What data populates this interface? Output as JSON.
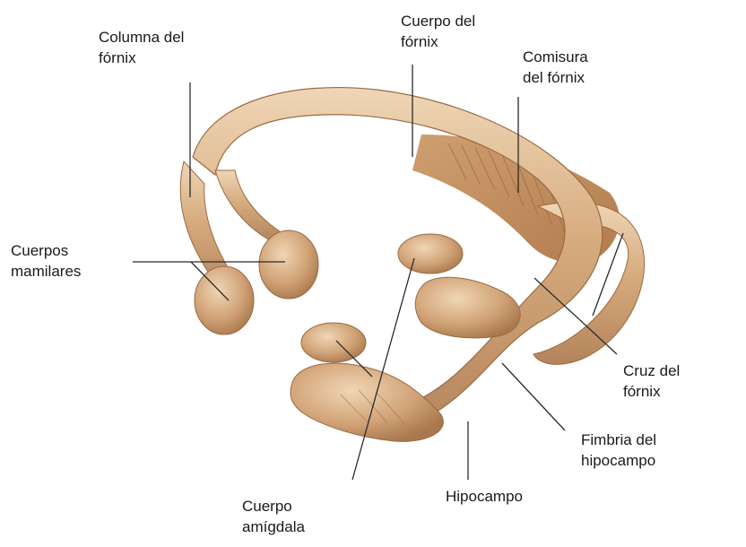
{
  "labels": {
    "columna": {
      "l1": "Columna del",
      "l2": "fórnix"
    },
    "cuerpo_fornix": {
      "l1": "Cuerpo del",
      "l2": "fórnix"
    },
    "comisura": {
      "l1": "Comisura",
      "l2": "del fórnix"
    },
    "mamilares": {
      "l1": "Cuerpos",
      "l2": "mamilares"
    },
    "cruz": {
      "l1": "Cruz del",
      "l2": "fórnix"
    },
    "fimbria": {
      "l1": "Fimbria del",
      "l2": "hipocampo"
    },
    "hipocampo": {
      "l1": "Hipocampo"
    },
    "amigdala": {
      "l1": "Cuerpo",
      "l2": "amígdala"
    }
  },
  "colors": {
    "tissue_base": "#d2a77a",
    "tissue_highlight": "#f1d9bb",
    "tissue_shadow": "#a8774b",
    "commissure_fiber": "#b98556",
    "leader_line": "#2b2b2b"
  }
}
